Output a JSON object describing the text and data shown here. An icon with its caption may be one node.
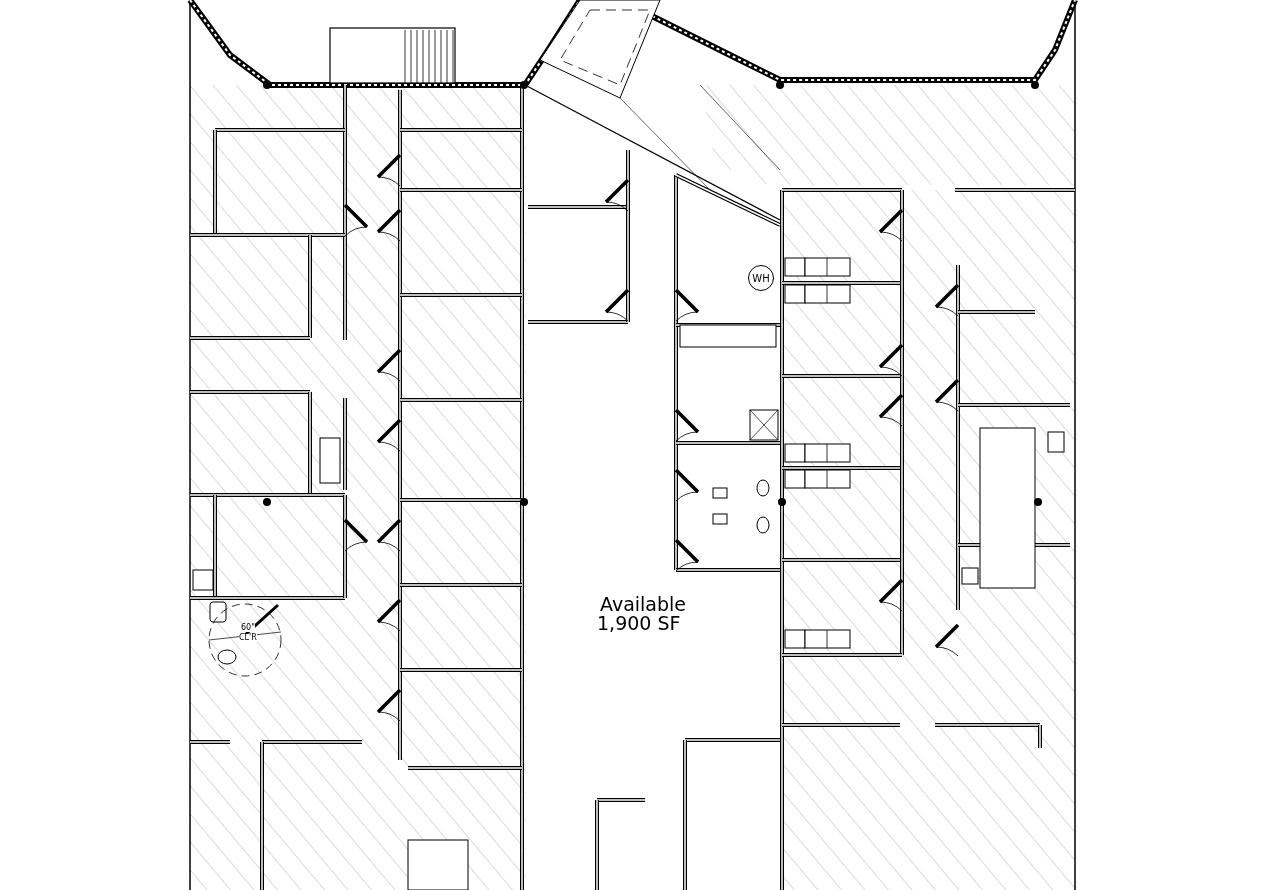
{
  "diagram": {
    "nodes": [
      {
        "text": [
          "WH"
        ]
      }
    ],
    "edges": [],
    "labels": [
      "Available",
      "1,900 SF",
      "60\"",
      "CL'R"
    ]
  }
}
